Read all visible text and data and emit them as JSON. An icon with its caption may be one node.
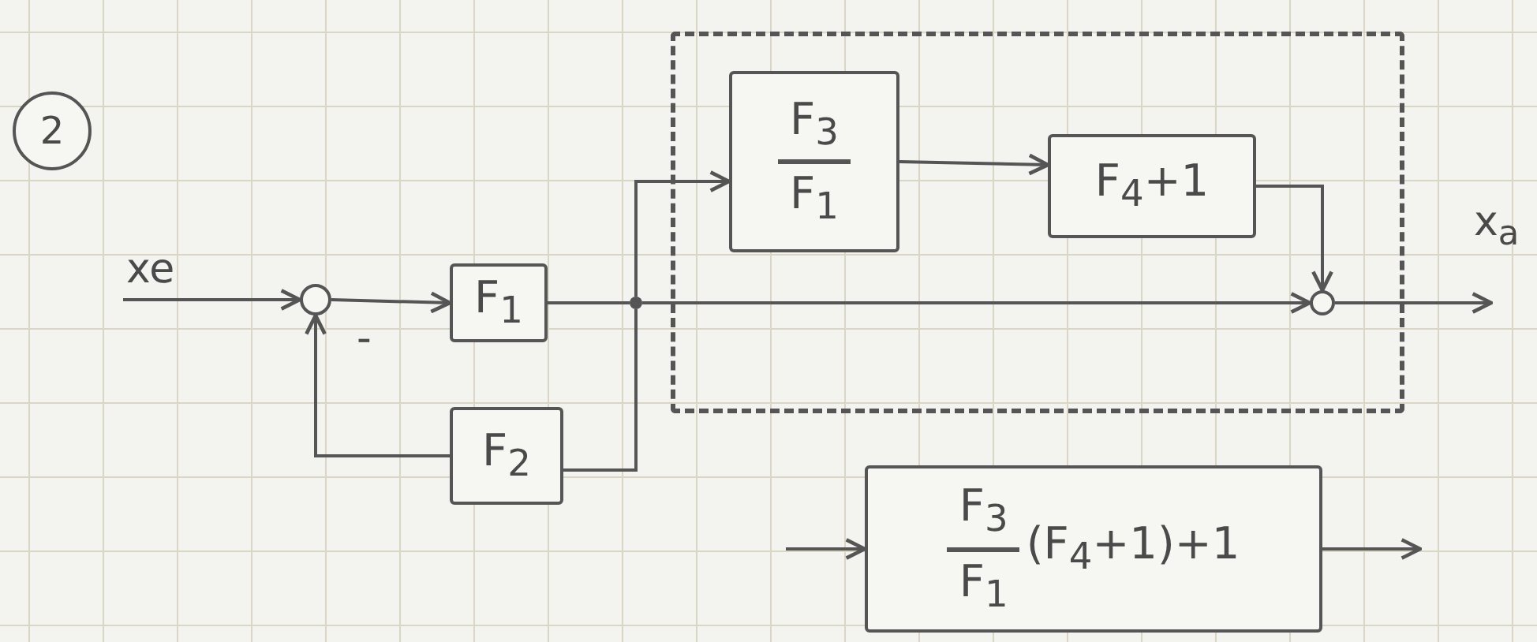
{
  "diagram": {
    "nodes": [
      {
        "text": [
          "2"
        ]
      },
      {
        "text": [],
        "shape": "circle"
      },
      {
        "text": [
          "F$_{1}$"
        ]
      },
      {
        "text": [],
        "shape": "circle"
      },
      {
        "text": [],
        "shape": "box"
      },
      {
        "text": [
          "F$_{3}$",
          "F$_{1}$"
        ],
        "in": 4
      },
      {
        "text": [
          "F$_{4}$+1"
        ],
        "in": 4
      },
      {
        "text": [],
        "shape": "circle",
        "in": 4
      },
      {
        "text": [
          "F$_{2}$"
        ]
      },
      {
        "text": [
          "F$_{3}$",
          "F$_{1}$",
          "(F$_{4}$+1)+1"
        ]
      }
    ],
    "edges": [
      {
        "from": null,
        "to": 1,
        "arrow": "to"
      },
      {
        "from": 1,
        "to": 2,
        "arrow": "to"
      },
      {
        "from": 2,
        "to": 3,
        "arrow": "none"
      },
      {
        "from": 3,
        "to": 5,
        "arrow": "to"
      },
      {
        "from": 3,
        "to": 7,
        "arrow": "to"
      },
      {
        "from": 3,
        "to": 8,
        "arrow": "none"
      },
      {
        "from": 8,
        "to": 1,
        "arrow": "to"
      },
      {
        "from": 5,
        "to": 6,
        "arrow": "to"
      },
      {
        "from": 6,
        "to": 7,
        "arrow": "to"
      },
      {
        "from": 7,
        "to": null,
        "arrow": "to"
      },
      {
        "from": null,
        "to": 9,
        "arrow": "to"
      },
      {
        "from": 9,
        "to": null,
        "arrow": "to"
      }
    ],
    "labels": [
      "xe",
      "-",
      "x$_{a}$"
    ]
  }
}
